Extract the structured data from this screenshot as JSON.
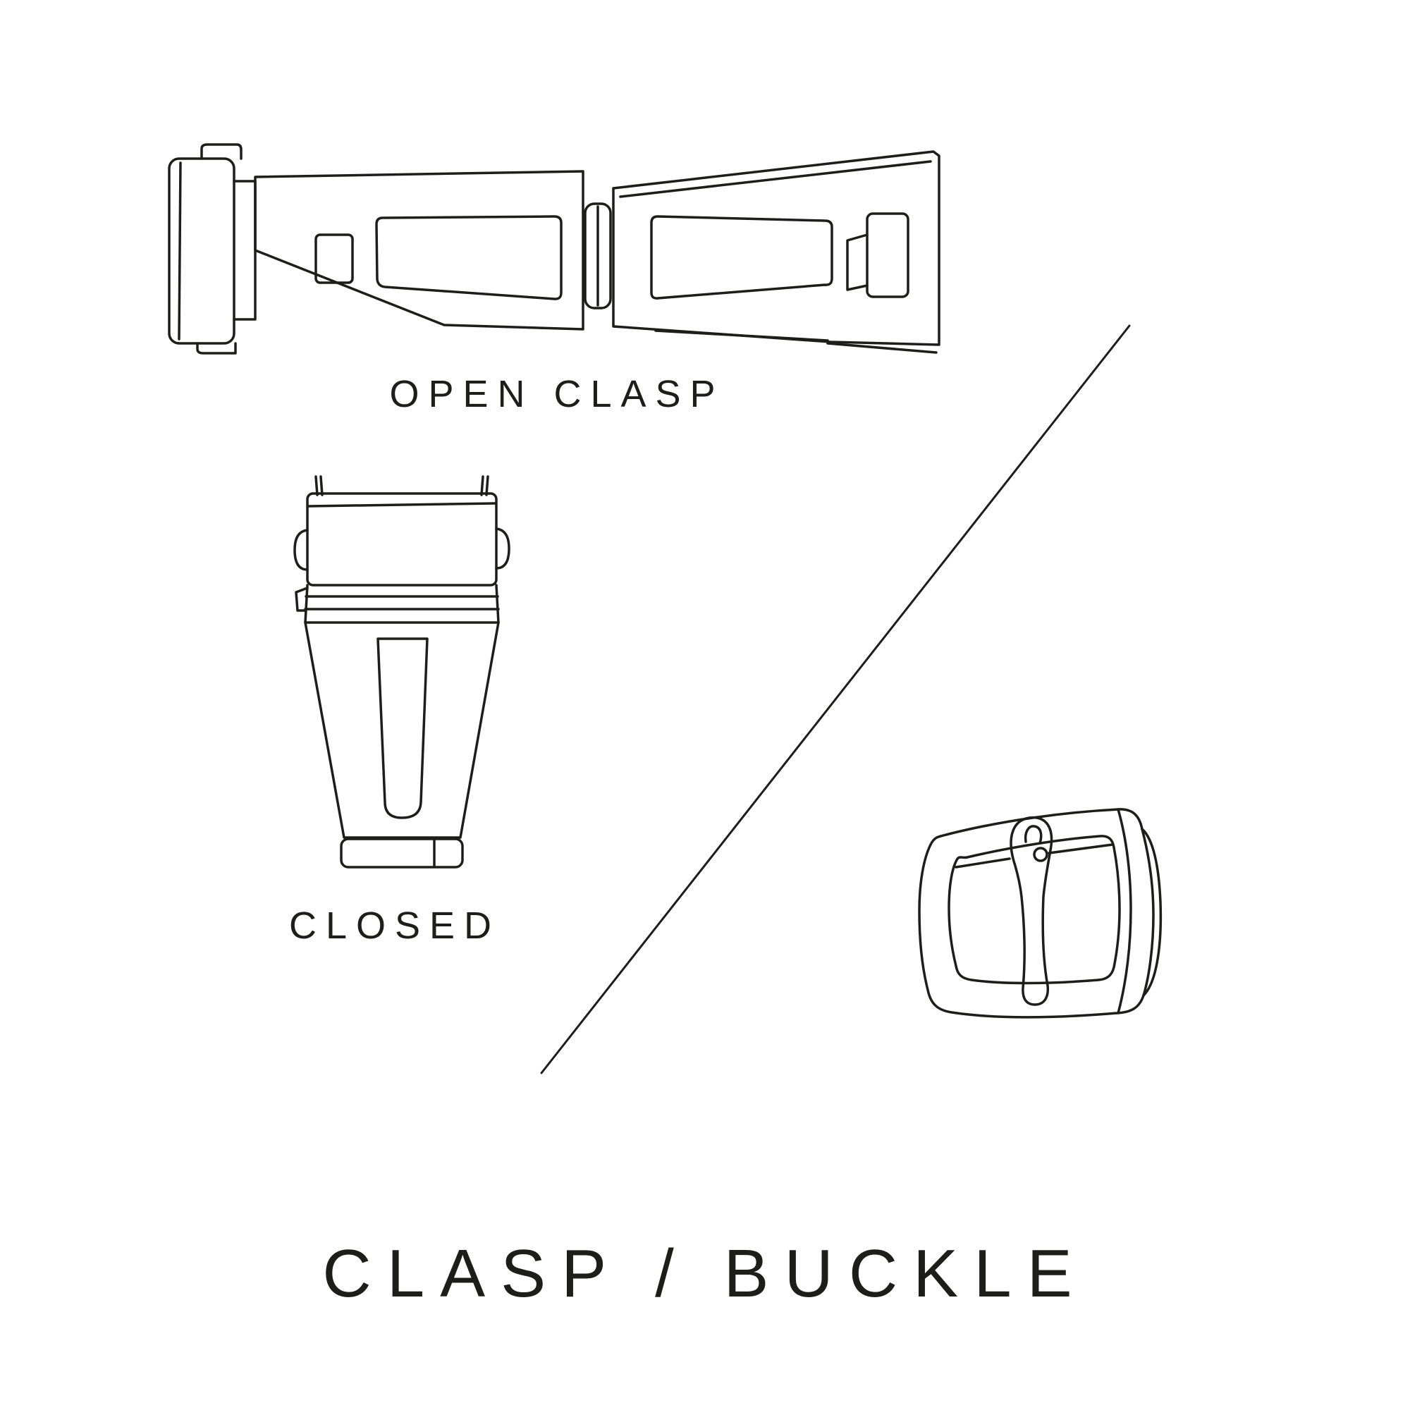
{
  "colors": {
    "background": "#ffffff",
    "line": "#1d1d1b"
  },
  "labels": {
    "open_clasp": "OPEN CLASP",
    "closed": "CLOSED"
  },
  "title": "CLASP / BUCKLE",
  "illustrations": [
    {
      "name": "open-clasp-illustration",
      "description": "watch deployant clasp shown open, top view"
    },
    {
      "name": "closed-clasp-illustration",
      "description": "watch clasp shown closed, top view"
    },
    {
      "name": "buckle-illustration",
      "description": "tang buckle with pin"
    },
    {
      "name": "diagonal-divider",
      "description": "diagonal separator line between clasp and buckle"
    }
  ]
}
